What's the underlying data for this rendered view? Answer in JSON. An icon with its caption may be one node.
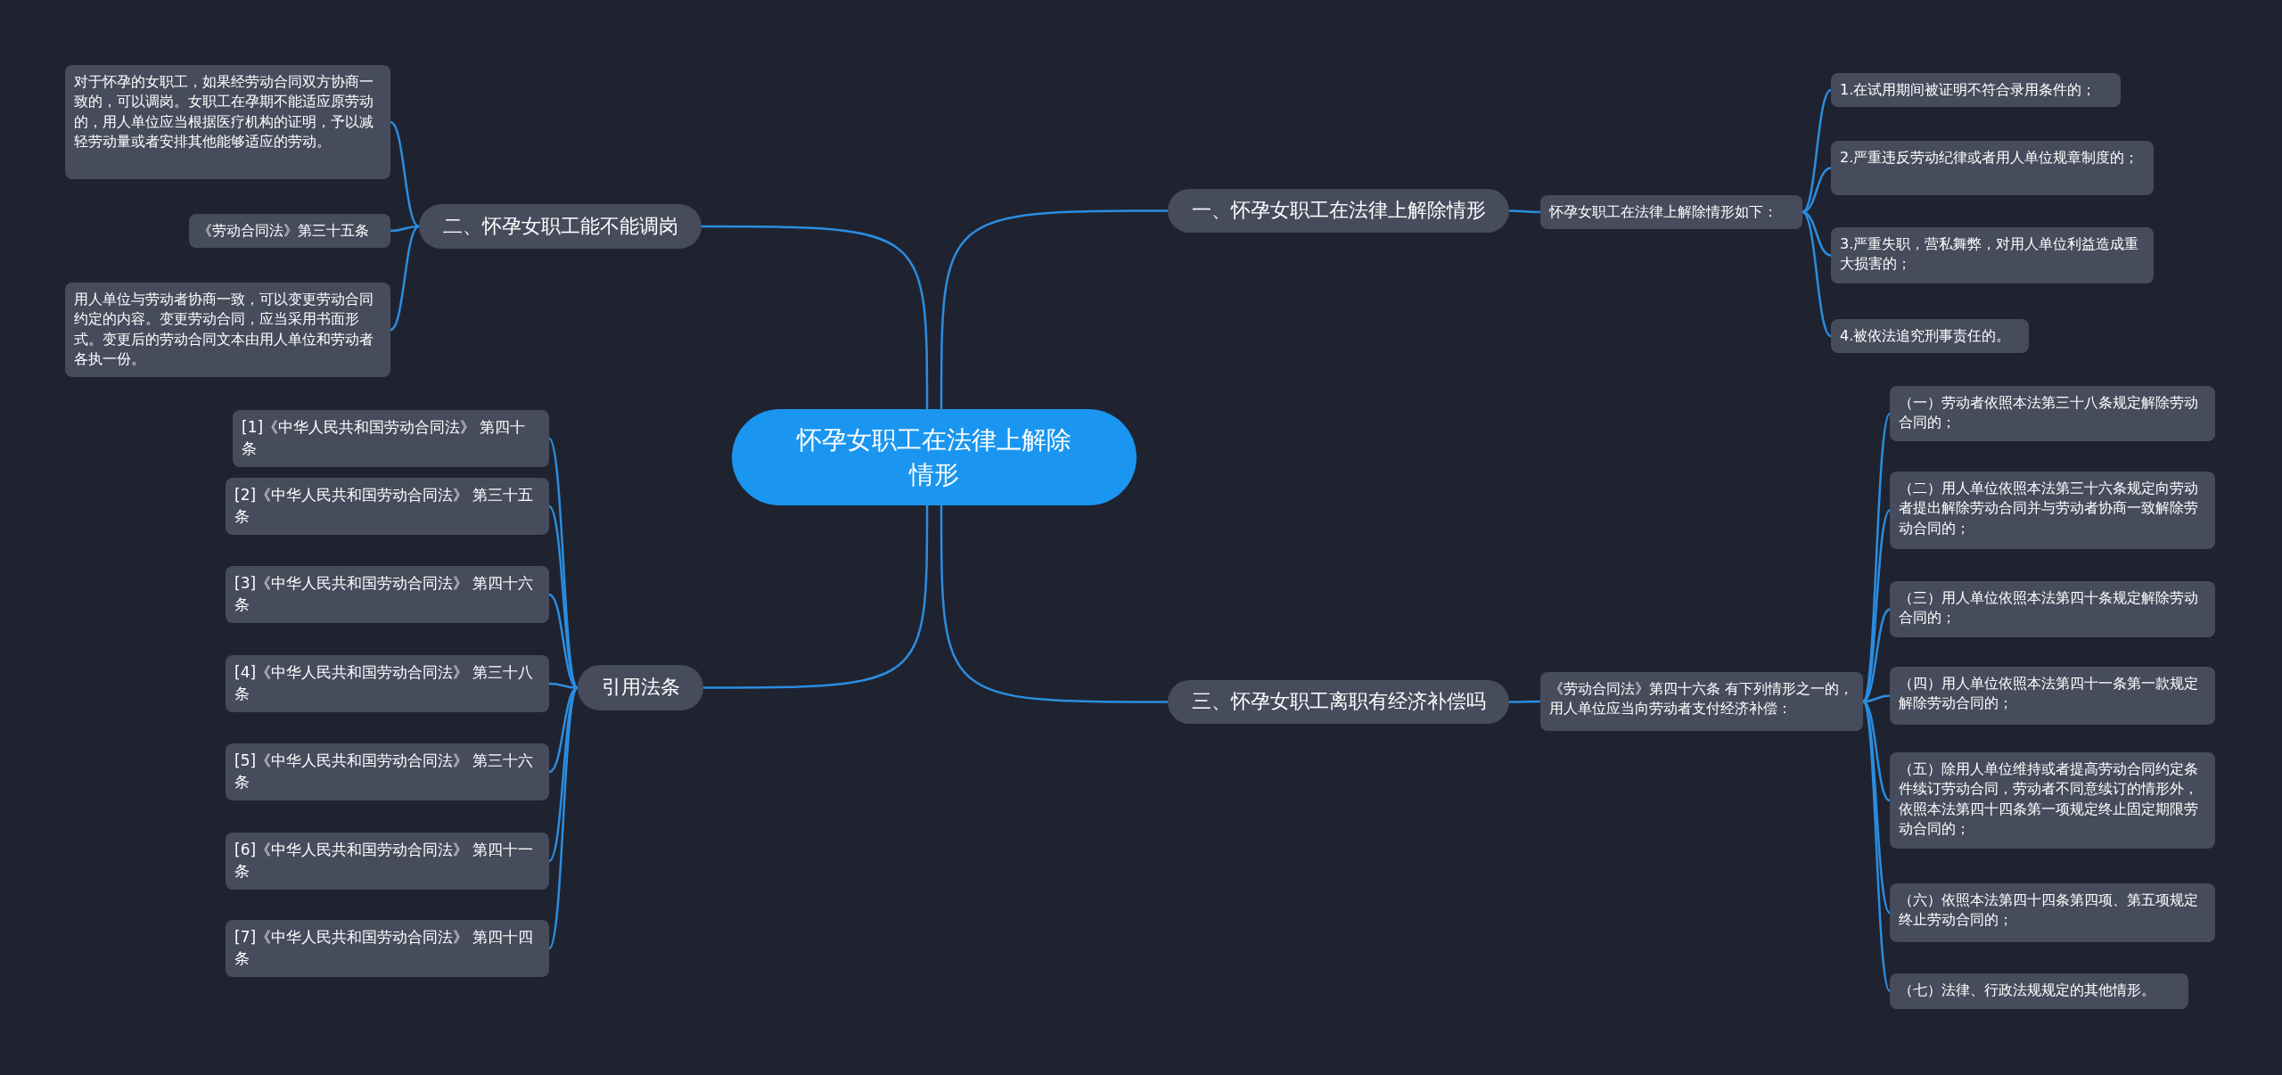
{
  "diagram": {
    "nodes": [
      {
        "text": [
          "怀孕女职工在法律上解除情形"
        ]
      },
      {
        "text": [
          "一、怀孕女职工在法律上解除情形"
        ]
      },
      {
        "text": [
          "怀孕女职工在法律上解除情形如下："
        ]
      },
      {
        "text": [
          "1.在试用期间被证明不符合录用条件的；"
        ]
      },
      {
        "text": [
          "2.严重违反劳动纪律或者用人单位规章制度的；"
        ]
      },
      {
        "text": [
          "3.严重失职，营私舞弊，对用人单位利益造成重大损害的；"
        ]
      },
      {
        "text": [
          "4.被依法追究刑事责任的。"
        ]
      },
      {
        "text": [
          "三、怀孕女职工离职有经济补偿吗"
        ]
      },
      {
        "text": [
          "《劳动合同法》第四十六条 有下列情形之一的，用人单位应当向劳动者支付经济补偿："
        ]
      },
      {
        "text": [
          "（一）劳动者依照本法第三十八条规定解除劳动合同的；"
        ]
      },
      {
        "text": [
          "（二）用人单位依照本法第三十六条规定向劳动者提出解除劳动合同并与劳动者协商一致解除劳动合同的；"
        ]
      },
      {
        "text": [
          "（三）用人单位依照本法第四十条规定解除劳动合同的；"
        ]
      },
      {
        "text": [
          "（四）用人单位依照本法第四十一条第一款规定解除劳动合同的；"
        ]
      },
      {
        "text": [
          "（五）除用人单位维持或者提高劳动合同约定条件续订劳动合同，劳动者不同意续订的情形外，依照本法第四十四条第一项规定终止固定期限劳动合同的；"
        ]
      },
      {
        "text": [
          "（六）依照本法第四十四条第四项、第五项规定终止劳动合同的；"
        ]
      },
      {
        "text": [
          "（七）法律、行政法规规定的其他情形。"
        ]
      },
      {
        "text": [
          "二、怀孕女职工能不能调岗"
        ]
      },
      {
        "text": [
          "对于怀孕的女职工，如果经劳动合同双方协商一致的，可以调岗。女职工在孕期不能适应原劳动的，用人单位应当根据医疗机构的证明，予以减轻劳动量或者安排其他能够适应的劳动。"
        ]
      },
      {
        "text": [
          "《劳动合同法》第三十五条"
        ]
      },
      {
        "text": [
          "用人单位与劳动者协商一致，可以变更劳动合同约定的内容。变更劳动合同，应当采用书面形式。变更后的劳动合同文本由用人单位和劳动者各执一份。"
        ]
      },
      {
        "text": [
          "引用法条"
        ]
      },
      {
        "text": [
          "[1]《中华人民共和国劳动合同法》 第四十条"
        ]
      },
      {
        "text": [
          "[2]《中华人民共和国劳动合同法》 第三十五条"
        ]
      },
      {
        "text": [
          "[3]《中华人民共和国劳动合同法》 第四十六条"
        ]
      },
      {
        "text": [
          "[4]《中华人民共和国劳动合同法》 第三十八条"
        ]
      },
      {
        "text": [
          "[5]《中华人民共和国劳动合同法》 第三十六条"
        ]
      },
      {
        "text": [
          "[6]《中华人民共和国劳动合同法》 第四十一条"
        ]
      },
      {
        "text": [
          "[7]《中华人民共和国劳动合同法》 第四十四条"
        ]
      }
    ],
    "edges": [
      {
        "from": 0,
        "to": 1,
        "arrow": "none"
      },
      {
        "from": 1,
        "to": 2,
        "arrow": "none"
      },
      {
        "from": 2,
        "to": 3,
        "arrow": "none"
      },
      {
        "from": 2,
        "to": 4,
        "arrow": "none"
      },
      {
        "from": 2,
        "to": 5,
        "arrow": "none"
      },
      {
        "from": 2,
        "to": 6,
        "arrow": "none"
      },
      {
        "from": 0,
        "to": 7,
        "arrow": "none"
      },
      {
        "from": 7,
        "to": 8,
        "arrow": "none"
      },
      {
        "from": 8,
        "to": 9,
        "arrow": "none"
      },
      {
        "from": 8,
        "to": 10,
        "arrow": "none"
      },
      {
        "from": 8,
        "to": 11,
        "arrow": "none"
      },
      {
        "from": 8,
        "to": 12,
        "arrow": "none"
      },
      {
        "from": 8,
        "to": 13,
        "arrow": "none"
      },
      {
        "from": 8,
        "to": 14,
        "arrow": "none"
      },
      {
        "from": 8,
        "to": 15,
        "arrow": "none"
      },
      {
        "from": 0,
        "to": 16,
        "arrow": "none"
      },
      {
        "from": 16,
        "to": 17,
        "arrow": "none"
      },
      {
        "from": 16,
        "to": 18,
        "arrow": "none"
      },
      {
        "from": 16,
        "to": 19,
        "arrow": "none"
      },
      {
        "from": 0,
        "to": 20,
        "arrow": "none"
      },
      {
        "from": 20,
        "to": 21,
        "arrow": "none"
      },
      {
        "from": 20,
        "to": 22,
        "arrow": "none"
      },
      {
        "from": 20,
        "to": 23,
        "arrow": "none"
      },
      {
        "from": 20,
        "to": 24,
        "arrow": "none"
      },
      {
        "from": 20,
        "to": 25,
        "arrow": "none"
      },
      {
        "from": 20,
        "to": 26,
        "arrow": "none"
      },
      {
        "from": 20,
        "to": 27,
        "arrow": "none"
      }
    ]
  }
}
